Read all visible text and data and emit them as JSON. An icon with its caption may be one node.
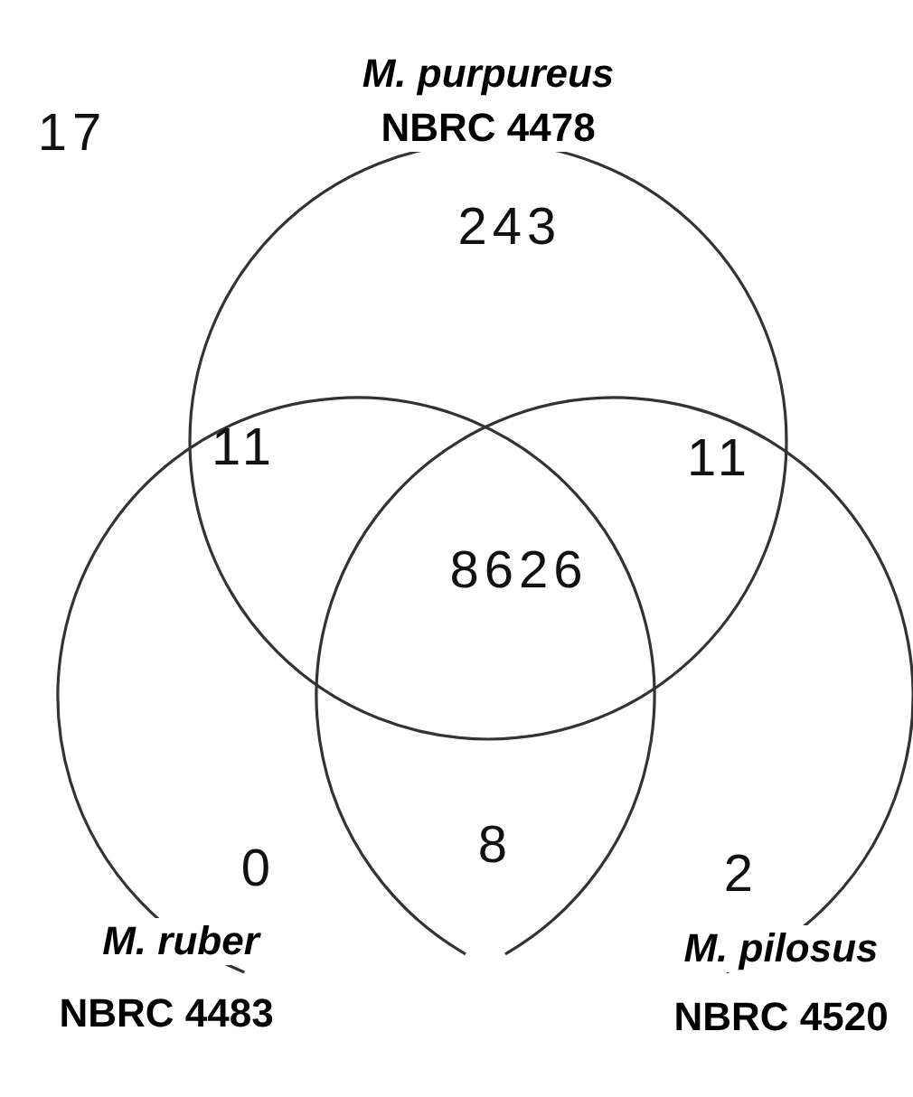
{
  "diagram": {
    "nodes": [
      {
        "text": [
          "M. purpureus",
          "NBRC 4478"
        ]
      },
      {
        "text": [
          "M. ruber",
          "NBRC 4483"
        ]
      },
      {
        "text": [
          "M. pilosus",
          "NBRC 4520"
        ]
      }
    ],
    "labels": [
      "17",
      "243",
      "11",
      "11",
      "8626",
      "0",
      "8",
      "2"
    ]
  }
}
